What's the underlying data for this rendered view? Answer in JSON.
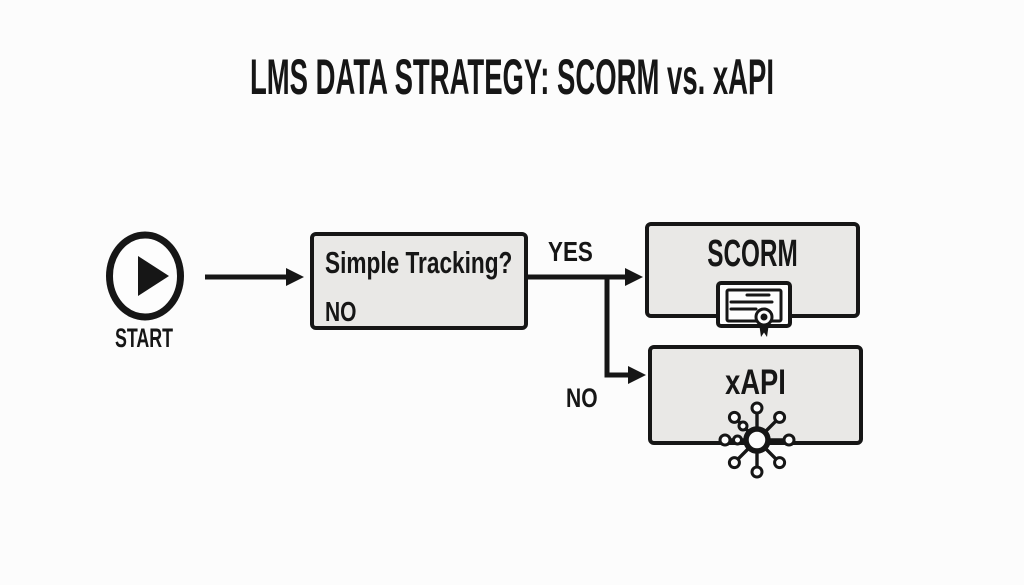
{
  "title": "LMS DATA STRATEGY: SCORM vs. xAPI",
  "colors": {
    "background": "#fcfcfc",
    "node_fill": "#e9e8e6",
    "outline": "#161616",
    "icon_fill": "#fdfdfd"
  },
  "flowchart": {
    "start": {
      "label": "START",
      "icon": "play-icon"
    },
    "decision": {
      "question": "Simple Tracking?",
      "note": "NO"
    },
    "branches": {
      "yes": "YES",
      "no": "NO"
    },
    "outcomes": [
      {
        "label": "SCORM",
        "icon": "certificate-icon"
      },
      {
        "label": "xAPI",
        "icon": "network-hub-icon"
      }
    ]
  }
}
